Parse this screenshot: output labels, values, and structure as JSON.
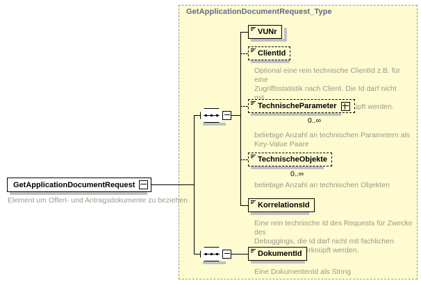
{
  "diagram": {
    "kind": "xsd-schema-diagram",
    "background_color": "#ffffff",
    "type_container_color": "#fdfbcf",
    "annotation_color": "#9a9a8a",
    "title_color": "#5c6b82"
  },
  "type_container": {
    "title": "GetApplicationDocumentRequest_Type"
  },
  "root_element": {
    "label": "GetApplicationDocumentRequest",
    "annotation": "Element um Offert- und Antragsdokumente zu beziehen",
    "toggle": "minus"
  },
  "compositors": [
    {
      "name": "sequence-upper",
      "kind": "sequence"
    },
    {
      "name": "sequence-lower",
      "kind": "sequence"
    }
  ],
  "elements": [
    {
      "label": "VUNr",
      "optional": false,
      "expandable": false,
      "cardinality": "",
      "annotation": ""
    },
    {
      "label": "ClientId",
      "optional": true,
      "expandable": false,
      "cardinality": "",
      "annotation": "Optional eine rein technische ClientId z.B. für eine\nZugriffsstatistik nach Client. Die Id darf nicht mit\nfachlichen Informationen verknüpft werden."
    },
    {
      "label": "TechnischeParameter",
      "optional": true,
      "expandable": true,
      "cardinality": "0..∞",
      "annotation": "beliebige Anzahl an technischen Parametern als\nKey-Value Paare"
    },
    {
      "label": "TechnischeObjekte",
      "optional": true,
      "expandable": false,
      "cardinality": "0..∞",
      "annotation": "beliebige Anzahl an technischen Objekten"
    },
    {
      "label": "KorrelationsId",
      "optional": false,
      "expandable": false,
      "cardinality": "",
      "annotation": "Eine rein technische Id des Requests für Zwecke des\nDebuggings, die Id darf nicht mit fachlichen\nInformationen verknüpft werden."
    },
    {
      "label": "DokumentId",
      "optional": false,
      "expandable": false,
      "cardinality": "",
      "annotation": "Eine DokumentenId als String"
    }
  ]
}
